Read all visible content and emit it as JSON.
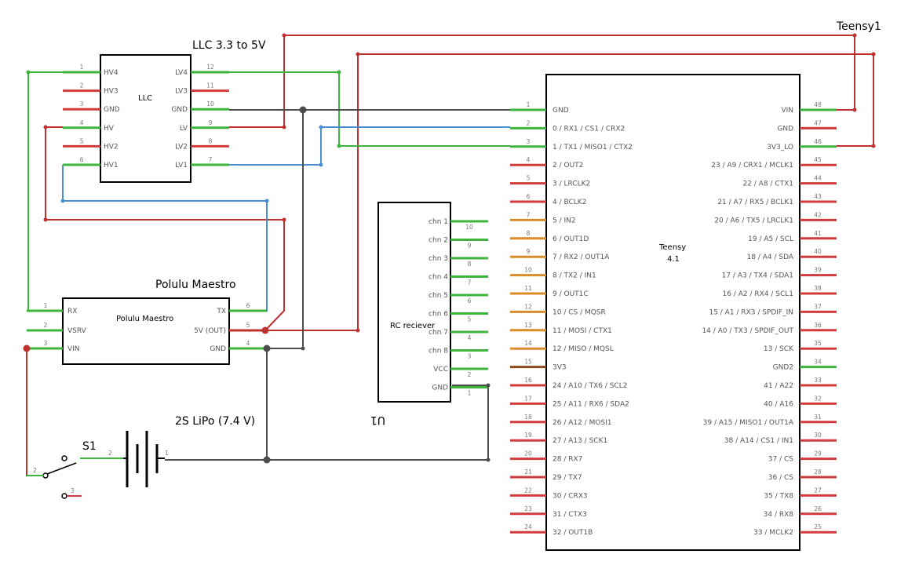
{
  "titles": {
    "llc": "LLC 3.3 to 5V",
    "teensy_ref": "Teensy1",
    "maestro": "Polulu Maestro",
    "battery": "2S LiPo (7.4 V)",
    "switch": "S1",
    "rc_ref": "U1"
  },
  "llc": {
    "name": "LLC",
    "left_pins": [
      {
        "num": "1",
        "label": "HV4"
      },
      {
        "num": "2",
        "label": "HV3"
      },
      {
        "num": "3",
        "label": "GND"
      },
      {
        "num": "4",
        "label": "HV"
      },
      {
        "num": "5",
        "label": "HV2"
      },
      {
        "num": "6",
        "label": "HV1"
      }
    ],
    "right_pins": [
      {
        "num": "12",
        "label": "LV4"
      },
      {
        "num": "11",
        "label": "LV3"
      },
      {
        "num": "10",
        "label": "GND"
      },
      {
        "num": "9",
        "label": "LV"
      },
      {
        "num": "8",
        "label": "LV2"
      },
      {
        "num": "7",
        "label": "LV1"
      }
    ]
  },
  "maestro": {
    "name": "Polulu Maestro",
    "left_pins": [
      {
        "num": "1",
        "label": "RX"
      },
      {
        "num": "2",
        "label": "VSRV"
      },
      {
        "num": "3",
        "label": "VIN"
      }
    ],
    "right_pins": [
      {
        "num": "6",
        "label": "TX"
      },
      {
        "num": "5",
        "label": "5V (OUT)"
      },
      {
        "num": "4",
        "label": "GND"
      }
    ]
  },
  "rc": {
    "name": "RC reciever",
    "pins": [
      {
        "num": "10",
        "label": "chn 1"
      },
      {
        "num": "9",
        "label": "chn 2"
      },
      {
        "num": "8",
        "label": "chn 3"
      },
      {
        "num": "7",
        "label": "chn 4"
      },
      {
        "num": "6",
        "label": "chn 5"
      },
      {
        "num": "5",
        "label": "chn 6"
      },
      {
        "num": "4",
        "label": "chn 7"
      },
      {
        "num": "3",
        "label": "chn 8"
      },
      {
        "num": "2",
        "label": "VCC"
      },
      {
        "num": "1",
        "label": "GND"
      }
    ]
  },
  "teensy": {
    "name": "Teensy",
    "version": "4.1",
    "left_pins": [
      {
        "num": "1",
        "label": "GND"
      },
      {
        "num": "2",
        "label": "0 / RX1 / CS1 / CRX2"
      },
      {
        "num": "3",
        "label": "1 / TX1 / MISO1 / CTX2"
      },
      {
        "num": "4",
        "label": "2 / OUT2"
      },
      {
        "num": "5",
        "label": "3 / LRCLK2"
      },
      {
        "num": "6",
        "label": "4 / BCLK2"
      },
      {
        "num": "7",
        "label": "5 / IN2"
      },
      {
        "num": "8",
        "label": "6 / OUT1D"
      },
      {
        "num": "9",
        "label": "7 / RX2 / OUT1A"
      },
      {
        "num": "10",
        "label": "8 / TX2 / IN1"
      },
      {
        "num": "11",
        "label": "9 / OUT1C"
      },
      {
        "num": "12",
        "label": "10 / CS / MQSR"
      },
      {
        "num": "13",
        "label": "11 / MOSI / CTX1"
      },
      {
        "num": "14",
        "label": "12 / MISO / MQSL"
      },
      {
        "num": "15",
        "label": "3V3"
      },
      {
        "num": "16",
        "label": "24 / A10 / TX6 / SCL2"
      },
      {
        "num": "17",
        "label": "25 / A11 / RX6 / SDA2"
      },
      {
        "num": "18",
        "label": "26 / A12 / MOSI1"
      },
      {
        "num": "19",
        "label": "27 / A13 / SCK1"
      },
      {
        "num": "20",
        "label": "28 / RX7"
      },
      {
        "num": "21",
        "label": "29 / TX7"
      },
      {
        "num": "22",
        "label": "30 / CRX3"
      },
      {
        "num": "23",
        "label": "31 / CTX3"
      },
      {
        "num": "24",
        "label": "32 / OUT1B"
      }
    ],
    "right_pins": [
      {
        "num": "48",
        "label": "VIN"
      },
      {
        "num": "47",
        "label": "GND"
      },
      {
        "num": "46",
        "label": "3V3_LO"
      },
      {
        "num": "45",
        "label": "23 / A9 / CRX1 / MCLK1"
      },
      {
        "num": "44",
        "label": "22 / A8 / CTX1"
      },
      {
        "num": "43",
        "label": "21 / A7 / RX5 / BCLK1"
      },
      {
        "num": "42",
        "label": "20 / A6 / TX5 / LRCLK1"
      },
      {
        "num": "41",
        "label": "19 / A5 / SCL"
      },
      {
        "num": "40",
        "label": "18 / A4 / SDA"
      },
      {
        "num": "39",
        "label": "17 / A3 / TX4 / SDA1"
      },
      {
        "num": "38",
        "label": "16 / A2 / RX4 / SCL1"
      },
      {
        "num": "37",
        "label": "15 / A1 / RX3 / SPDIF_IN"
      },
      {
        "num": "36",
        "label": "14 / A0 / TX3 / SPDIF_OUT"
      },
      {
        "num": "35",
        "label": "13 / SCK"
      },
      {
        "num": "34",
        "label": "GND2"
      },
      {
        "num": "33",
        "label": "41 / A22"
      },
      {
        "num": "32",
        "label": "40 / A16"
      },
      {
        "num": "31",
        "label": "39 / A15 / MISO1 / OUT1A"
      },
      {
        "num": "30",
        "label": "38 / A14 / CS1 / IN1"
      },
      {
        "num": "29",
        "label": "37 / CS"
      },
      {
        "num": "28",
        "label": "36 / CS"
      },
      {
        "num": "27",
        "label": "35 / TX8"
      },
      {
        "num": "26",
        "label": "34 / RX8"
      },
      {
        "num": "25",
        "label": "33 / MCLK2"
      }
    ]
  },
  "battery": {
    "pins": [
      {
        "num": "2"
      },
      {
        "num": "1"
      }
    ]
  },
  "switch": {
    "pins": [
      {
        "num": "2"
      },
      {
        "num": "3"
      }
    ]
  },
  "colors": {
    "wire_red": "#c0302f",
    "wire_green": "#3bb53b",
    "wire_blue": "#4a8fd0",
    "wire_gray": "#4d4d4d",
    "pin_stub": "#d23b3b",
    "pin_orange": "#d98c2a"
  }
}
